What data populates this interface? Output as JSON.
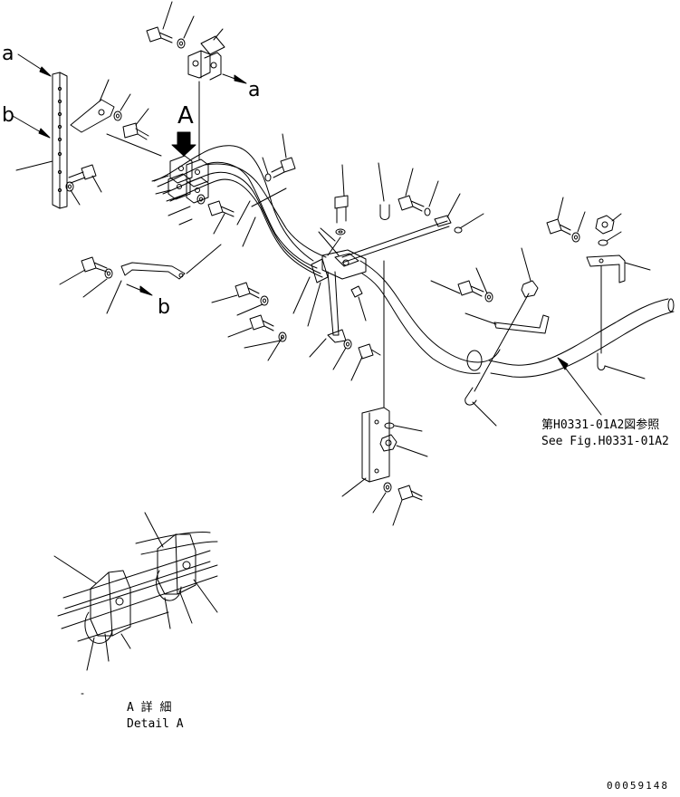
{
  "view_labels": {
    "a_left": "a",
    "b_left": "b",
    "a_right": "a",
    "b_bottom": "b",
    "A_arrow": "A"
  },
  "reference": {
    "jp": "第H0331-01A2図参照",
    "en": "See Fig.H0331-01A2"
  },
  "detail": {
    "jp": "A 詳 細",
    "en": "Detail A"
  },
  "drawing_number": "00059148",
  "colors": {
    "line": "#000000",
    "background": "#ffffff"
  }
}
